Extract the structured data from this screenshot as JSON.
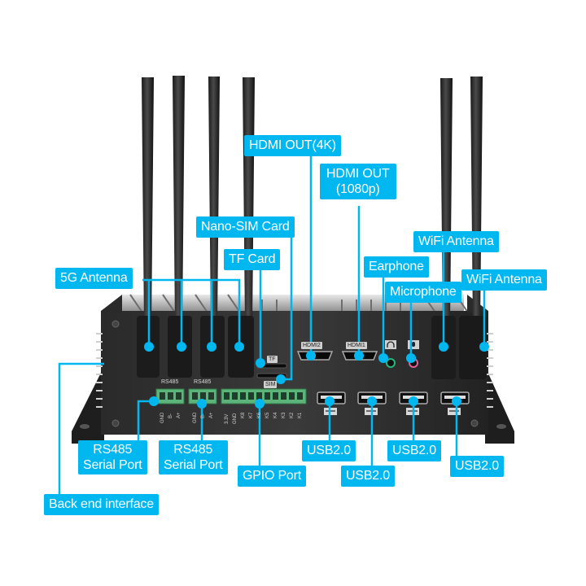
{
  "product": "Industrial mini PC rear panel",
  "accent_color": "#00b7f0",
  "callouts": {
    "antenna_5g": "5G Antenna",
    "nano_sim": "Nano-SIM Card",
    "tf_card": "TF Card",
    "hdmi_4k": "HDMI OUT(4K)",
    "hdmi_1080_line1": "HDMI OUT",
    "hdmi_1080_line2": "(1080p)",
    "earphone": "Earphone",
    "microphone": "Microphone",
    "wifi_antenna_1": "WiFi Antenna",
    "wifi_antenna_2": "WiFi Antenna",
    "rs485_1_line1": "RS485",
    "rs485_1_line2": "Serial Port",
    "rs485_2_line1": "RS485",
    "rs485_2_line2": "Serial Port",
    "gpio": "GPIO Port",
    "usb_1": "USB2.0",
    "usb_2": "USB2.0",
    "usb_3": "USB2.0",
    "usb_4": "USB2.0",
    "back_end": "Back end interface"
  },
  "panel_markings": {
    "hdmi2": "HDMI2",
    "hdmi1": "HDMI1",
    "tf": "TF",
    "sim": "SIM",
    "rs485_a": "RS485",
    "rs485_b": "RS485",
    "rs485_a_pins": [
      "GND",
      "B-",
      "A+"
    ],
    "rs485_b_pins": [
      "GND",
      "B-",
      "A+"
    ],
    "gpio_pins": [
      "3.3V",
      "GND",
      "K8",
      "K7",
      "K6",
      "K5",
      "K4",
      "K3",
      "K2",
      "K1"
    ]
  },
  "icons": {
    "earphone": "headphones-icon",
    "microphone": "microphone-icon",
    "usb": "usb-icon"
  }
}
